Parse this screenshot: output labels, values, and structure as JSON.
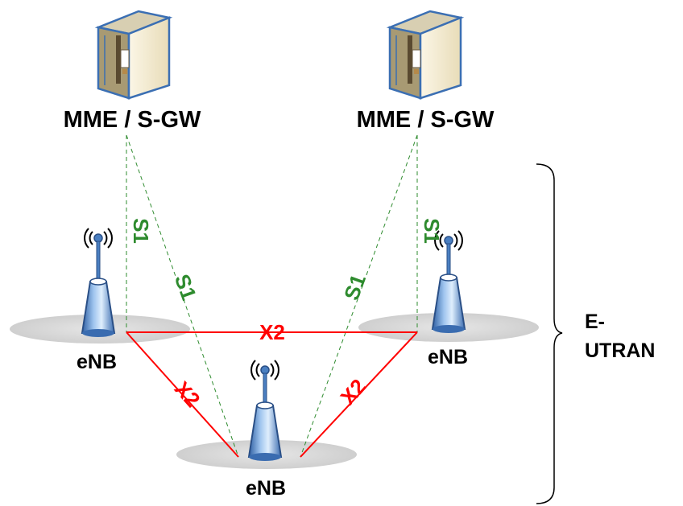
{
  "servers": [
    {
      "label": "MME / S-GW"
    },
    {
      "label": "MME / S-GW"
    }
  ],
  "enbs": [
    {
      "label": "eNB"
    },
    {
      "label": "eNB"
    },
    {
      "label": "eNB"
    }
  ],
  "links": {
    "s1": [
      "S1",
      "S1",
      "S1",
      "S1"
    ],
    "x2": [
      "X2",
      "X2",
      "X2"
    ]
  },
  "region": {
    "line1": "E-",
    "line2": "UTRAN"
  },
  "colors": {
    "s1": "#2e8b2e",
    "x2": "#ff0000",
    "server_front": "#f4ecd2",
    "server_outline": "#3b6fb3",
    "antenna": "#4a7fc1",
    "ellipse": "#d9d9d9"
  }
}
